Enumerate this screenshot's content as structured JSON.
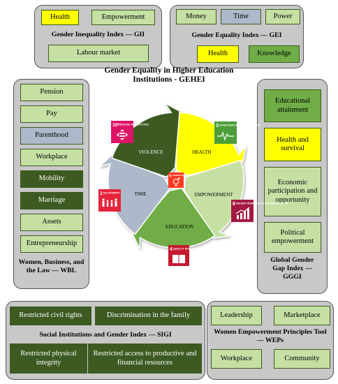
{
  "gii": {
    "title": "Gender Inequality Index — GII",
    "items": [
      "Health",
      "Empowerment",
      "Labour market"
    ]
  },
  "gei": {
    "title": "Gender Equality Index — GEI",
    "items": [
      "Money",
      "Time",
      "Power",
      "Health",
      "Knowledge"
    ]
  },
  "gehei": {
    "title_line1": "Gender Equality in Higher Education",
    "title_line2": "Institutions - GEHEI"
  },
  "wbl": {
    "title_line1": "Women, Business, and",
    "title_line2": "the Law — WBL",
    "items": [
      "Pension",
      "Pay",
      "Parenthood",
      "Workplace",
      "Mobility",
      "Marriage",
      "Assets",
      "Entrepreneurship"
    ]
  },
  "gggi": {
    "title_line1": "Global Gender",
    "title_line2": "Gap Index —",
    "title_line3": "GGGI",
    "items": [
      "Educational attainment",
      "Health and survival",
      "Economic participation and opportunity",
      "Political empowerment"
    ]
  },
  "cycle": {
    "segments": [
      "HEALTH",
      "EMPOWERMENT",
      "EDUCATION",
      "TIME",
      "VIOLENCE"
    ],
    "colors": {
      "health": "#ffff00",
      "empowerment": "#c6e0a4",
      "education": "#70ad47",
      "time": "#adb9ca",
      "violence": "#3d5a22"
    },
    "sdgs": [
      {
        "number": "3",
        "text": "GOOD HEALTH AND WELL-BEING",
        "color": "#4c9f38",
        "icon": "heartbeat-icon"
      },
      {
        "number": "8",
        "text": "DECENT WORK AND ECONOMIC GROWTH",
        "color": "#a21942",
        "icon": "growth-chart-icon"
      },
      {
        "number": "4",
        "text": "QUALITY EDUCATION",
        "color": "#c5192d",
        "icon": "book-icon"
      },
      {
        "number": "1",
        "text": "NO POVERTY",
        "color": "#e5243b",
        "icon": "family-icon"
      },
      {
        "number": "10",
        "text": "REDUCED INEQUALITIES",
        "color": "#dd1367",
        "icon": "equality-icon"
      },
      {
        "number": "5",
        "text": "GENDER EQUALITY",
        "color": "#ff3a21",
        "icon": "gender-icon"
      }
    ]
  },
  "sigi": {
    "title": "Social Institutions and Gender Index — SIGI",
    "items": [
      "Restricted civil rights",
      "Discrimination in the family",
      "Restricted physical integrity",
      "Restricted access to productive and financial resources"
    ]
  },
  "weps": {
    "title_line1": "Women Empowerment Principles Tool",
    "title_line2": "— WEPs",
    "items": [
      "Leadership",
      "Marketplace",
      "Workplace",
      "Community"
    ]
  }
}
